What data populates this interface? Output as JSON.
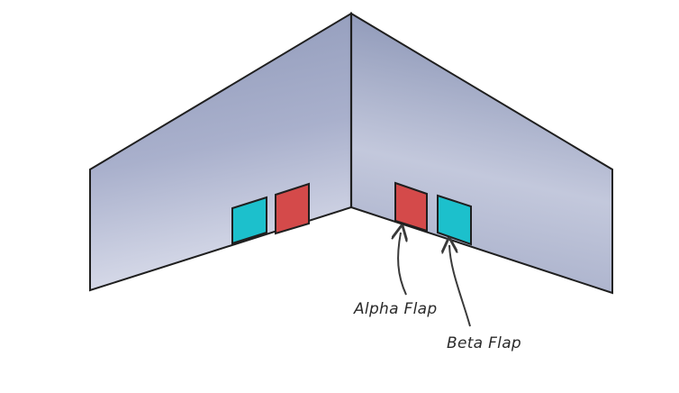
{
  "colors": {
    "wing_light": "#c9cde0",
    "wing_dark": "#8e98b8",
    "outline": "#1f1f1f",
    "alpha_flap": "#d44a4a",
    "beta_flap": "#1cc0cc",
    "arrow": "#3a3a3a"
  },
  "wings": [
    {
      "name": "left-wing"
    },
    {
      "name": "right-wing"
    }
  ],
  "flaps": [
    {
      "name": "left-outer-flap",
      "color_key": "beta_flap"
    },
    {
      "name": "left-inner-flap",
      "color_key": "alpha_flap"
    },
    {
      "name": "right-inner-flap",
      "color_key": "alpha_flap"
    },
    {
      "name": "right-outer-flap",
      "color_key": "beta_flap"
    }
  ],
  "callouts": {
    "alpha": {
      "label": "Alpha Flap",
      "icon": "curved-arrow-icon"
    },
    "beta": {
      "label": "Beta Flap",
      "icon": "curved-arrow-icon"
    }
  }
}
